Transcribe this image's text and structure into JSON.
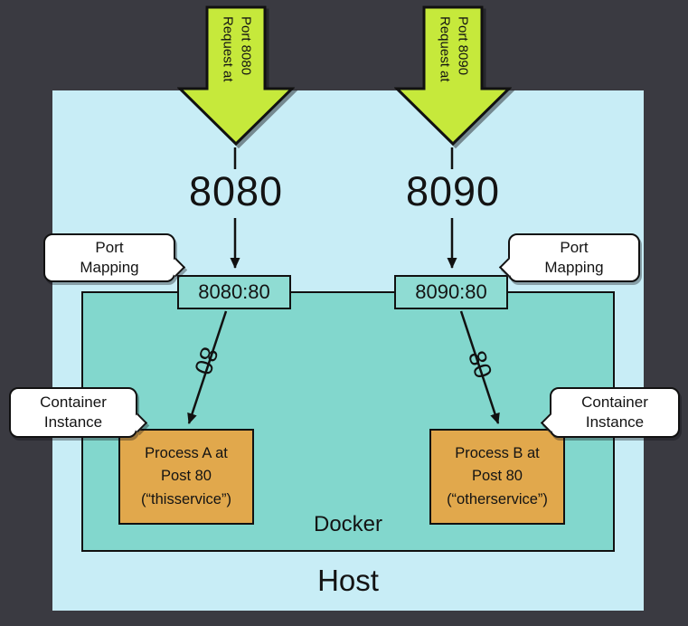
{
  "colors": {
    "background": "#3a3a41",
    "host_fill": "#c8edf6",
    "docker_fill": "#82d7cd",
    "request_arrow_fill": "#c6e93b",
    "port_mapping_fill": "#8fdcd3",
    "process_fill": "#e1a84c",
    "outline": "#111111"
  },
  "host": {
    "label": "Host"
  },
  "docker": {
    "label": "Docker"
  },
  "flows": [
    {
      "request_arrow": {
        "line1": "Request at",
        "line2": "Port 8080"
      },
      "host_port": "8080",
      "port_mapping": "8080:80",
      "container_port": "80",
      "process": {
        "line1": "Process A at",
        "line2": "Post 80",
        "line3": "(“thisservice”)"
      }
    },
    {
      "request_arrow": {
        "line1": "Request at",
        "line2": "Port 8090"
      },
      "host_port": "8090",
      "port_mapping": "8090:80",
      "container_port": "80",
      "process": {
        "line1": "Process B at",
        "line2": "Post 80",
        "line3": "(“otherservice”)"
      }
    }
  ],
  "callouts": {
    "port_mapping": "Port Mapping",
    "container_instance": "Container Instance"
  }
}
